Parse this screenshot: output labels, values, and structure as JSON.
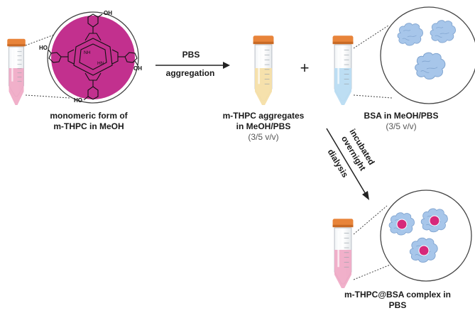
{
  "labels": {
    "monomeric_line1": "monomeric form of",
    "monomeric_line2": "m-THPC in MeOH",
    "arrow_top": "PBS",
    "arrow_bottom": "aggregation",
    "plus": "+",
    "aggregates_line1": "m-THPC aggregates",
    "aggregates_line2": "in MeOH/PBS",
    "aggregates_ratio": "(3/5 v/v)",
    "bsa_line1": "BSA in MeOH/PBS",
    "bsa_ratio": "(3/5 v/v)",
    "diag_line1": "incubated",
    "diag_line2": "overnight",
    "diag_line3": "dialysis",
    "complex_line1": "m-THPC@BSA complex in",
    "complex_line2": "PBS"
  },
  "molecule": {
    "oh_top": "OH",
    "oh_left": "HO",
    "oh_right": "OH",
    "oh_bottom": "HO",
    "nh_top": "NH",
    "nh_bottom": "HN"
  },
  "colors": {
    "tube_cap": "#e8843a",
    "liquid_pink": "#f0a7c4",
    "liquid_yellow": "#f6dfa8",
    "liquid_blue": "#b9dcf2",
    "molecule_bg": "#c2308e",
    "protein": "#a7c6ea",
    "drug": "#d6287a"
  }
}
